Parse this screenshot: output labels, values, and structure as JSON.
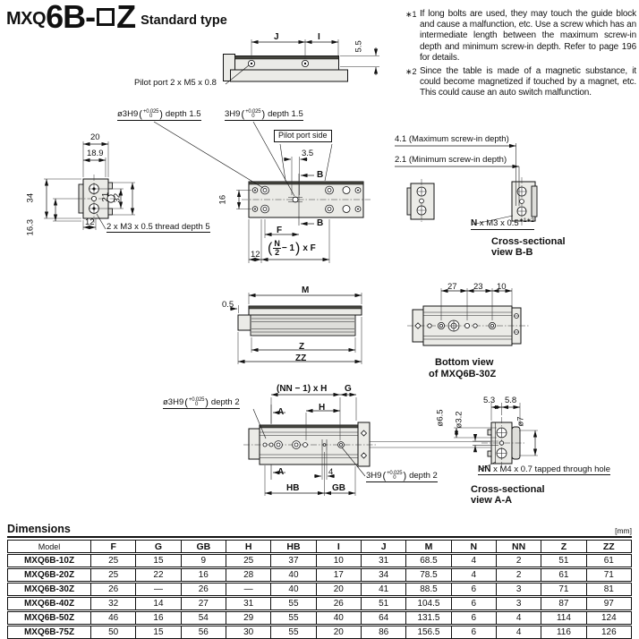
{
  "common": {
    "po": "(",
    "pc": ")"
  },
  "title": {
    "series": "MXQ",
    "model_left": "6B-",
    "model_right": "Z",
    "subtitle": "Standard type"
  },
  "notes": [
    {
      "marker": "∗1",
      "text": "If long bolts are used, they may touch the guide block and cause a malfunction, etc. Use a screw which has an intermediate length between the maximum screw-in depth and minimum screw-in depth. Refer to page 196 for details."
    },
    {
      "marker": "∗2",
      "text": "Since the table is made of a magnetic substance, it could become magnetized if touched by a magnet, etc. This could cause an auto switch malfunction."
    }
  ],
  "figures": {
    "top_side": {
      "dim_j": "J",
      "dim_i": "I",
      "dim_55": "5.5",
      "pilot_port": "Pilot port 2 x M5 x 0.8"
    },
    "end_view": {
      "dim_20": "20",
      "dim_189": "18.9",
      "dim_34": "34",
      "dim_163": "16.3",
      "dim_21": "21",
      "dim_32": "32",
      "dim_12": "12",
      "thread": "2 x M3 x 0.5 thread depth 5"
    },
    "top_view": {
      "hole_left": {
        "prefix": "ø3H9",
        "tol_top": "+0.025",
        "tol_bot": "0",
        "suffix": "depth 1.5"
      },
      "hole_right": {
        "prefix": "3H9",
        "tol_top": "+0.025",
        "tol_bot": "0",
        "suffix": "depth 1.5"
      },
      "pilot_port_side": "Pilot port side",
      "dim_35": "3.5",
      "dim_b": "B",
      "dim_f": "F",
      "dim_12": "12",
      "dim_16": "16",
      "formula": {
        "num": "N",
        "den": "2",
        "rest": "− 1",
        "mult": "x F"
      }
    },
    "bb": {
      "max": "4.1 (Maximum screw-in depth)",
      "min": "2.1 (Minimum screw-in depth)",
      "thread_bold": "N",
      "thread_rest": " x M3 x 0.5",
      "thread_sup": "∗1∗2",
      "caption1": "Cross-sectional",
      "caption2": "view B-B"
    },
    "mid_side": {
      "dim_m": "M",
      "dim_05": "0.5",
      "dim_z": "Z",
      "dim_zz": "ZZ"
    },
    "bottom_view": {
      "dim_27": "27",
      "dim_23": "23",
      "dim_10": "10",
      "caption1": "Bottom view",
      "caption2": "of MXQ6B-30Z"
    },
    "lower_side": {
      "formula": "(NN − 1) x H",
      "dim_g": "G",
      "dim_a": "A",
      "dim_h": "H",
      "dim_4": "4",
      "dim_hb": "HB",
      "dim_gb": "GB",
      "hole_left": {
        "prefix": "ø3H9",
        "tol_top": "+0.025",
        "tol_bot": "0",
        "suffix": "depth 2"
      },
      "hole_right": {
        "prefix": "3H9",
        "tol_top": "+0.025",
        "tol_bot": "0",
        "suffix": "depth 2"
      }
    },
    "aa": {
      "dim_53": "5.3",
      "dim_58": "5.8",
      "dim_65": "ø6.5",
      "dim_32": "ø3.2",
      "dim_7": "ø7",
      "thread_bold": "NN",
      "thread_rest": " x M4 x 0.7 tapped through hole",
      "caption1": "Cross-sectional",
      "caption2": "view A-A"
    }
  },
  "table": {
    "heading": "Dimensions",
    "unit": "[mm]",
    "columns": [
      "Model",
      "F",
      "G",
      "GB",
      "H",
      "HB",
      "I",
      "J",
      "M",
      "N",
      "NN",
      "Z",
      "ZZ"
    ],
    "rows": [
      {
        "model": "MXQ6B-10Z",
        "values": [
          "25",
          "15",
          "9",
          "25",
          "37",
          "10",
          "31",
          "68.5",
          "4",
          "2",
          "51",
          "61"
        ]
      },
      {
        "model": "MXQ6B-20Z",
        "values": [
          "25",
          "22",
          "16",
          "28",
          "40",
          "17",
          "34",
          "78.5",
          "4",
          "2",
          "61",
          "71"
        ]
      },
      {
        "model": "MXQ6B-30Z",
        "values": [
          "26",
          "—",
          "26",
          "—",
          "40",
          "20",
          "41",
          "88.5",
          "6",
          "3",
          "71",
          "81"
        ]
      },
      {
        "model": "MXQ6B-40Z",
        "values": [
          "32",
          "14",
          "27",
          "31",
          "55",
          "26",
          "51",
          "104.5",
          "6",
          "3",
          "87",
          "97"
        ]
      },
      {
        "model": "MXQ6B-50Z",
        "values": [
          "46",
          "16",
          "54",
          "29",
          "55",
          "40",
          "64",
          "131.5",
          "6",
          "4",
          "114",
          "124"
        ]
      },
      {
        "model": "MXQ6B-75Z",
        "values": [
          "50",
          "15",
          "56",
          "30",
          "55",
          "20",
          "86",
          "156.5",
          "6",
          "4",
          "116",
          "126"
        ]
      }
    ]
  }
}
